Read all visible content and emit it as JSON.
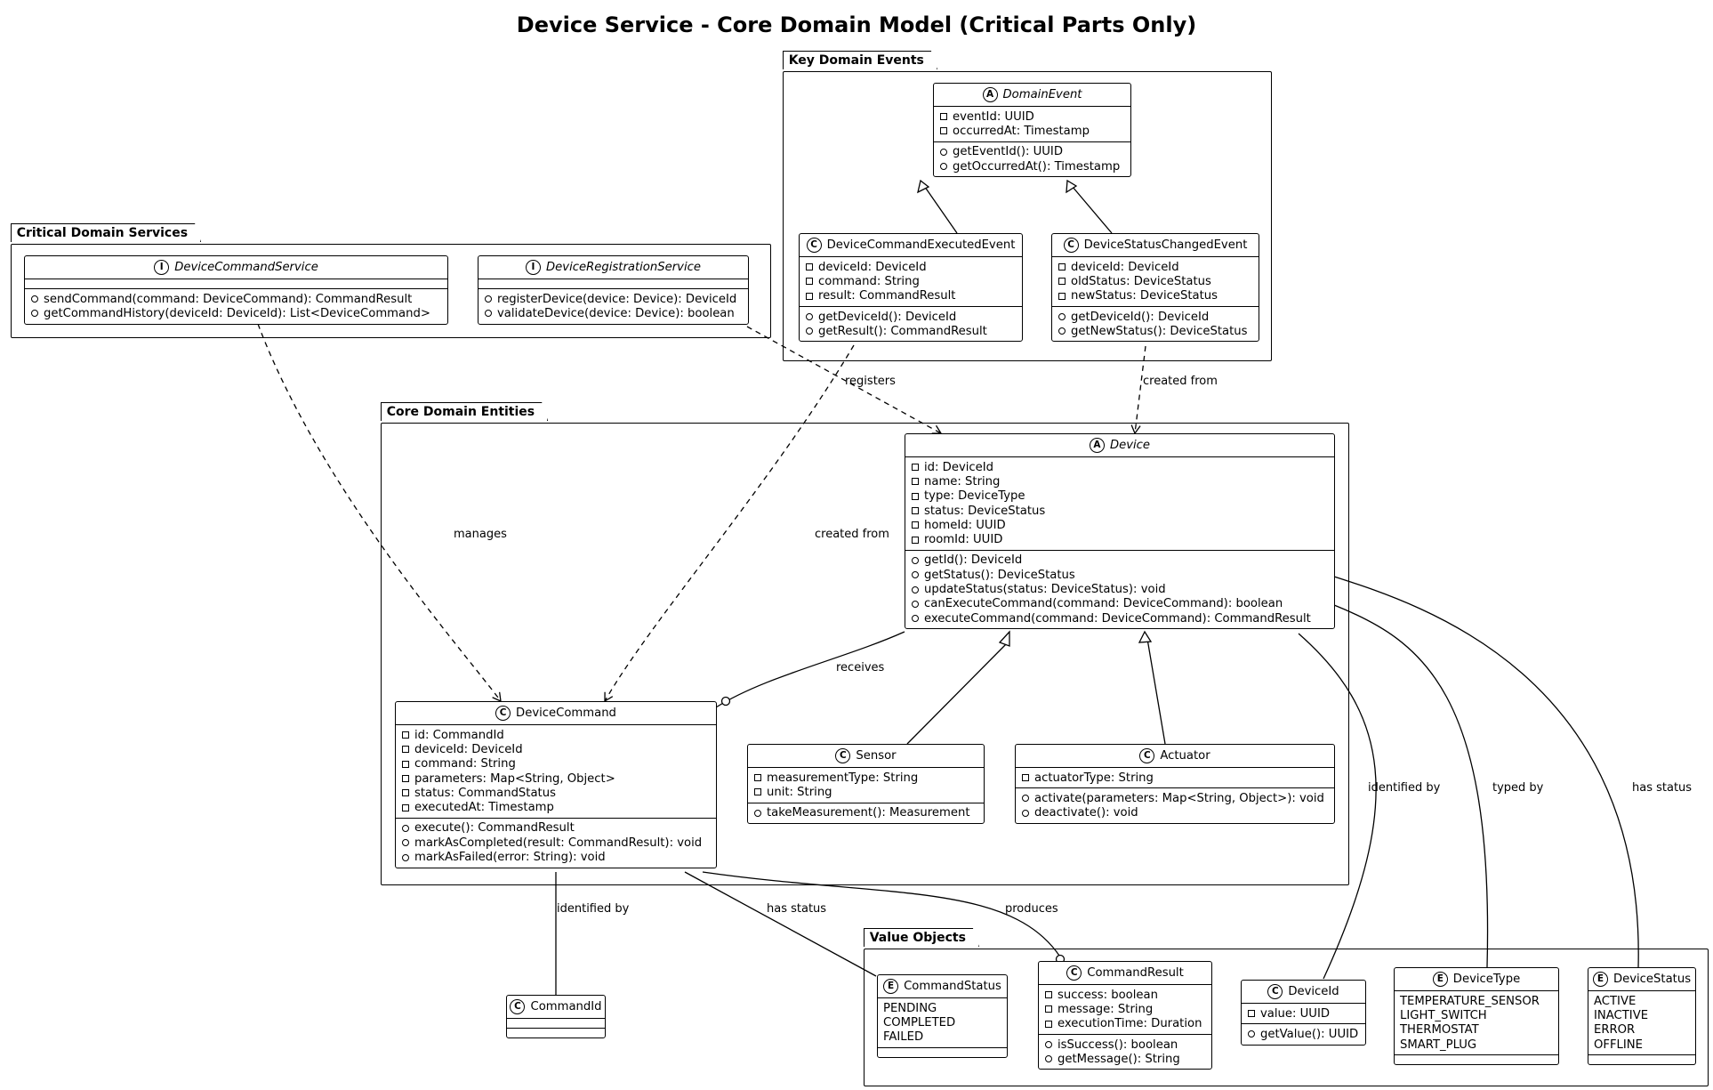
{
  "title": "Device Service - Core Domain Model (Critical Parts Only)",
  "packages": {
    "events": "Key Domain Events",
    "services": "Critical Domain Services",
    "entities": "Core Domain Entities",
    "values": "Value Objects"
  },
  "classes": {
    "domain_event": {
      "stereotype": "A",
      "name": "DomainEvent",
      "italic": true,
      "fields": [
        {
          "vis": "-",
          "text": "eventId: UUID"
        },
        {
          "vis": "-",
          "text": "occurredAt: Timestamp"
        }
      ],
      "methods": [
        {
          "vis": "+",
          "text": "getEventId(): UUID"
        },
        {
          "vis": "+",
          "text": "getOccurredAt(): Timestamp"
        }
      ]
    },
    "device_command_executed_event": {
      "stereotype": "C",
      "name": "DeviceCommandExecutedEvent",
      "italic": false,
      "fields": [
        {
          "vis": "-",
          "text": "deviceId: DeviceId"
        },
        {
          "vis": "-",
          "text": "command: String"
        },
        {
          "vis": "-",
          "text": "result: CommandResult"
        }
      ],
      "methods": [
        {
          "vis": "+",
          "text": "getDeviceId(): DeviceId"
        },
        {
          "vis": "+",
          "text": "getResult(): CommandResult"
        }
      ]
    },
    "device_status_changed_event": {
      "stereotype": "C",
      "name": "DeviceStatusChangedEvent",
      "italic": false,
      "fields": [
        {
          "vis": "-",
          "text": "deviceId: DeviceId"
        },
        {
          "vis": "-",
          "text": "oldStatus: DeviceStatus"
        },
        {
          "vis": "-",
          "text": "newStatus: DeviceStatus"
        }
      ],
      "methods": [
        {
          "vis": "+",
          "text": "getDeviceId(): DeviceId"
        },
        {
          "vis": "+",
          "text": "getNewStatus(): DeviceStatus"
        }
      ]
    },
    "device_command_service": {
      "stereotype": "I",
      "name": "DeviceCommandService",
      "italic": true,
      "fields": [],
      "methods": [
        {
          "vis": "+",
          "text": "sendCommand(command: DeviceCommand): CommandResult"
        },
        {
          "vis": "+",
          "text": "getCommandHistory(deviceId: DeviceId): List<DeviceCommand>"
        }
      ]
    },
    "device_registration_service": {
      "stereotype": "I",
      "name": "DeviceRegistrationService",
      "italic": true,
      "fields": [],
      "methods": [
        {
          "vis": "+",
          "text": "registerDevice(device: Device): DeviceId"
        },
        {
          "vis": "+",
          "text": "validateDevice(device: Device): boolean"
        }
      ]
    },
    "device": {
      "stereotype": "A",
      "name": "Device",
      "italic": true,
      "fields": [
        {
          "vis": "-",
          "text": "id: DeviceId"
        },
        {
          "vis": "-",
          "text": "name: String"
        },
        {
          "vis": "-",
          "text": "type: DeviceType"
        },
        {
          "vis": "-",
          "text": "status: DeviceStatus"
        },
        {
          "vis": "-",
          "text": "homeId: UUID"
        },
        {
          "vis": "-",
          "text": "roomId: UUID"
        }
      ],
      "methods": [
        {
          "vis": "+",
          "text": "getId(): DeviceId"
        },
        {
          "vis": "+",
          "text": "getStatus(): DeviceStatus"
        },
        {
          "vis": "+",
          "text": "updateStatus(status: DeviceStatus): void"
        },
        {
          "vis": "+",
          "text": "canExecuteCommand(command: DeviceCommand): boolean"
        },
        {
          "vis": "+",
          "text": "executeCommand(command: DeviceCommand): CommandResult"
        }
      ]
    },
    "device_command": {
      "stereotype": "C",
      "name": "DeviceCommand",
      "italic": false,
      "fields": [
        {
          "vis": "-",
          "text": "id: CommandId"
        },
        {
          "vis": "-",
          "text": "deviceId: DeviceId"
        },
        {
          "vis": "-",
          "text": "command: String"
        },
        {
          "vis": "-",
          "text": "parameters: Map<String, Object>"
        },
        {
          "vis": "-",
          "text": "status: CommandStatus"
        },
        {
          "vis": "-",
          "text": "executedAt: Timestamp"
        }
      ],
      "methods": [
        {
          "vis": "+",
          "text": "execute(): CommandResult"
        },
        {
          "vis": "+",
          "text": "markAsCompleted(result: CommandResult): void"
        },
        {
          "vis": "+",
          "text": "markAsFailed(error: String): void"
        }
      ]
    },
    "sensor": {
      "stereotype": "C",
      "name": "Sensor",
      "italic": false,
      "fields": [
        {
          "vis": "-",
          "text": "measurementType: String"
        },
        {
          "vis": "-",
          "text": "unit: String"
        }
      ],
      "methods": [
        {
          "vis": "+",
          "text": "takeMeasurement(): Measurement"
        }
      ]
    },
    "actuator": {
      "stereotype": "C",
      "name": "Actuator",
      "italic": false,
      "fields": [
        {
          "vis": "-",
          "text": "actuatorType: String"
        }
      ],
      "methods": [
        {
          "vis": "+",
          "text": "activate(parameters: Map<String, Object>): void"
        },
        {
          "vis": "+",
          "text": "deactivate(): void"
        }
      ]
    },
    "command_id": {
      "stereotype": "C",
      "name": "CommandId",
      "italic": false,
      "fields": [],
      "methods": []
    },
    "command_status": {
      "stereotype": "E",
      "name": "CommandStatus",
      "italic": false,
      "fields": [
        {
          "vis": "",
          "text": "PENDING"
        },
        {
          "vis": "",
          "text": "COMPLETED"
        },
        {
          "vis": "",
          "text": "FAILED"
        }
      ],
      "methods": []
    },
    "command_result": {
      "stereotype": "C",
      "name": "CommandResult",
      "italic": false,
      "fields": [
        {
          "vis": "-",
          "text": "success: boolean"
        },
        {
          "vis": "-",
          "text": "message: String"
        },
        {
          "vis": "-",
          "text": "executionTime: Duration"
        }
      ],
      "methods": [
        {
          "vis": "+",
          "text": "isSuccess(): boolean"
        },
        {
          "vis": "+",
          "text": "getMessage(): String"
        }
      ]
    },
    "device_id": {
      "stereotype": "C",
      "name": "DeviceId",
      "italic": false,
      "fields": [
        {
          "vis": "-",
          "text": "value: UUID"
        }
      ],
      "methods": [
        {
          "vis": "+",
          "text": "getValue(): UUID"
        }
      ]
    },
    "device_type": {
      "stereotype": "E",
      "name": "DeviceType",
      "italic": false,
      "fields": [
        {
          "vis": "",
          "text": "TEMPERATURE_SENSOR"
        },
        {
          "vis": "",
          "text": "LIGHT_SWITCH"
        },
        {
          "vis": "",
          "text": "THERMOSTAT"
        },
        {
          "vis": "",
          "text": "SMART_PLUG"
        }
      ],
      "methods": []
    },
    "device_status": {
      "stereotype": "E",
      "name": "DeviceStatus",
      "italic": false,
      "fields": [
        {
          "vis": "",
          "text": "ACTIVE"
        },
        {
          "vis": "",
          "text": "INACTIVE"
        },
        {
          "vis": "",
          "text": "ERROR"
        },
        {
          "vis": "",
          "text": "OFFLINE"
        }
      ],
      "methods": []
    }
  },
  "edge_labels": {
    "registers": "registers",
    "created_from_status": "created from",
    "manages": "manages",
    "created_from_exec": "created from",
    "receives": "receives",
    "identified_by_device": "identified by",
    "typed_by": "typed by",
    "has_status_device": "has status",
    "identified_by_command": "identified by",
    "has_status_command": "has status",
    "produces": "produces"
  }
}
